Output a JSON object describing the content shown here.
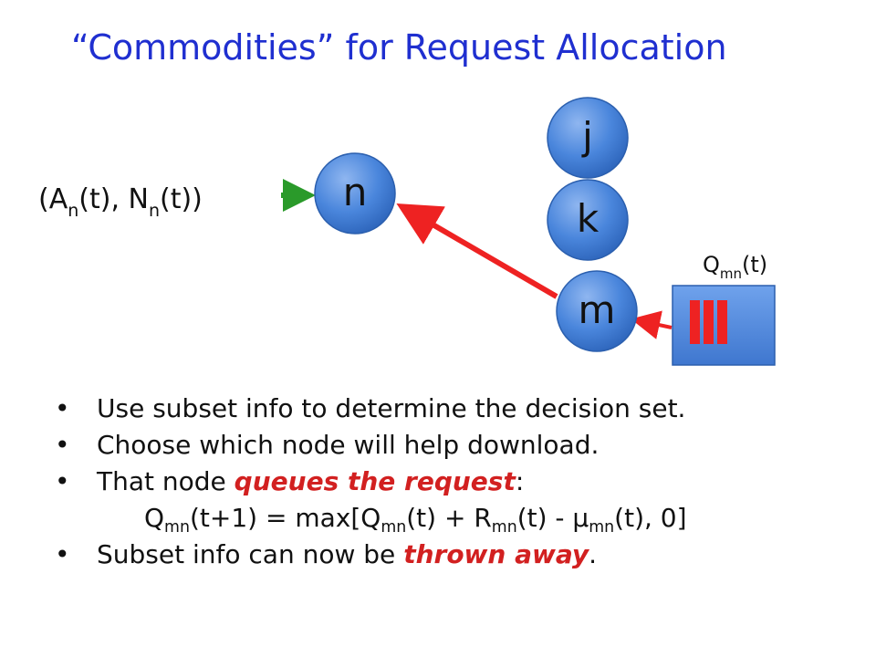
{
  "slide": {
    "title": "“Commodities” for Request Allocation"
  },
  "diagram": {
    "nodes": {
      "n": "n",
      "j": "j",
      "k": "k",
      "m": "m"
    },
    "input_label": {
      "open": "(A",
      "a_sub": "n",
      "mid": "(t), N",
      "n_sub": "n",
      "close": "(t))"
    },
    "queue_label": {
      "q": "Q",
      "sub": "mn",
      "arg": "(t)"
    },
    "colors": {
      "node_fill": "#4a86dc",
      "queue_fill": "#5b93e3",
      "arrow_red": "#ee2222",
      "arrow_green": "#2a9a2a",
      "title_blue": "#1f2fd0"
    }
  },
  "bullets": {
    "b1": "Use subset info to determine the decision set.",
    "b2": "Choose which node will help download.",
    "b3_pre": "That node ",
    "b3_em": "queues the request",
    "b3_post": ":",
    "formula": {
      "p1": "Q",
      "s1": "mn",
      "p2": "(t+1) = max[Q",
      "s2": "mn",
      "p3": "(t) + R",
      "s3": "mn",
      "p4": "(t) - μ",
      "s4": "mn",
      "p5": "(t), 0]"
    },
    "b4_pre": "Subset info can now be ",
    "b4_em": "thrown away",
    "b4_post": "."
  }
}
